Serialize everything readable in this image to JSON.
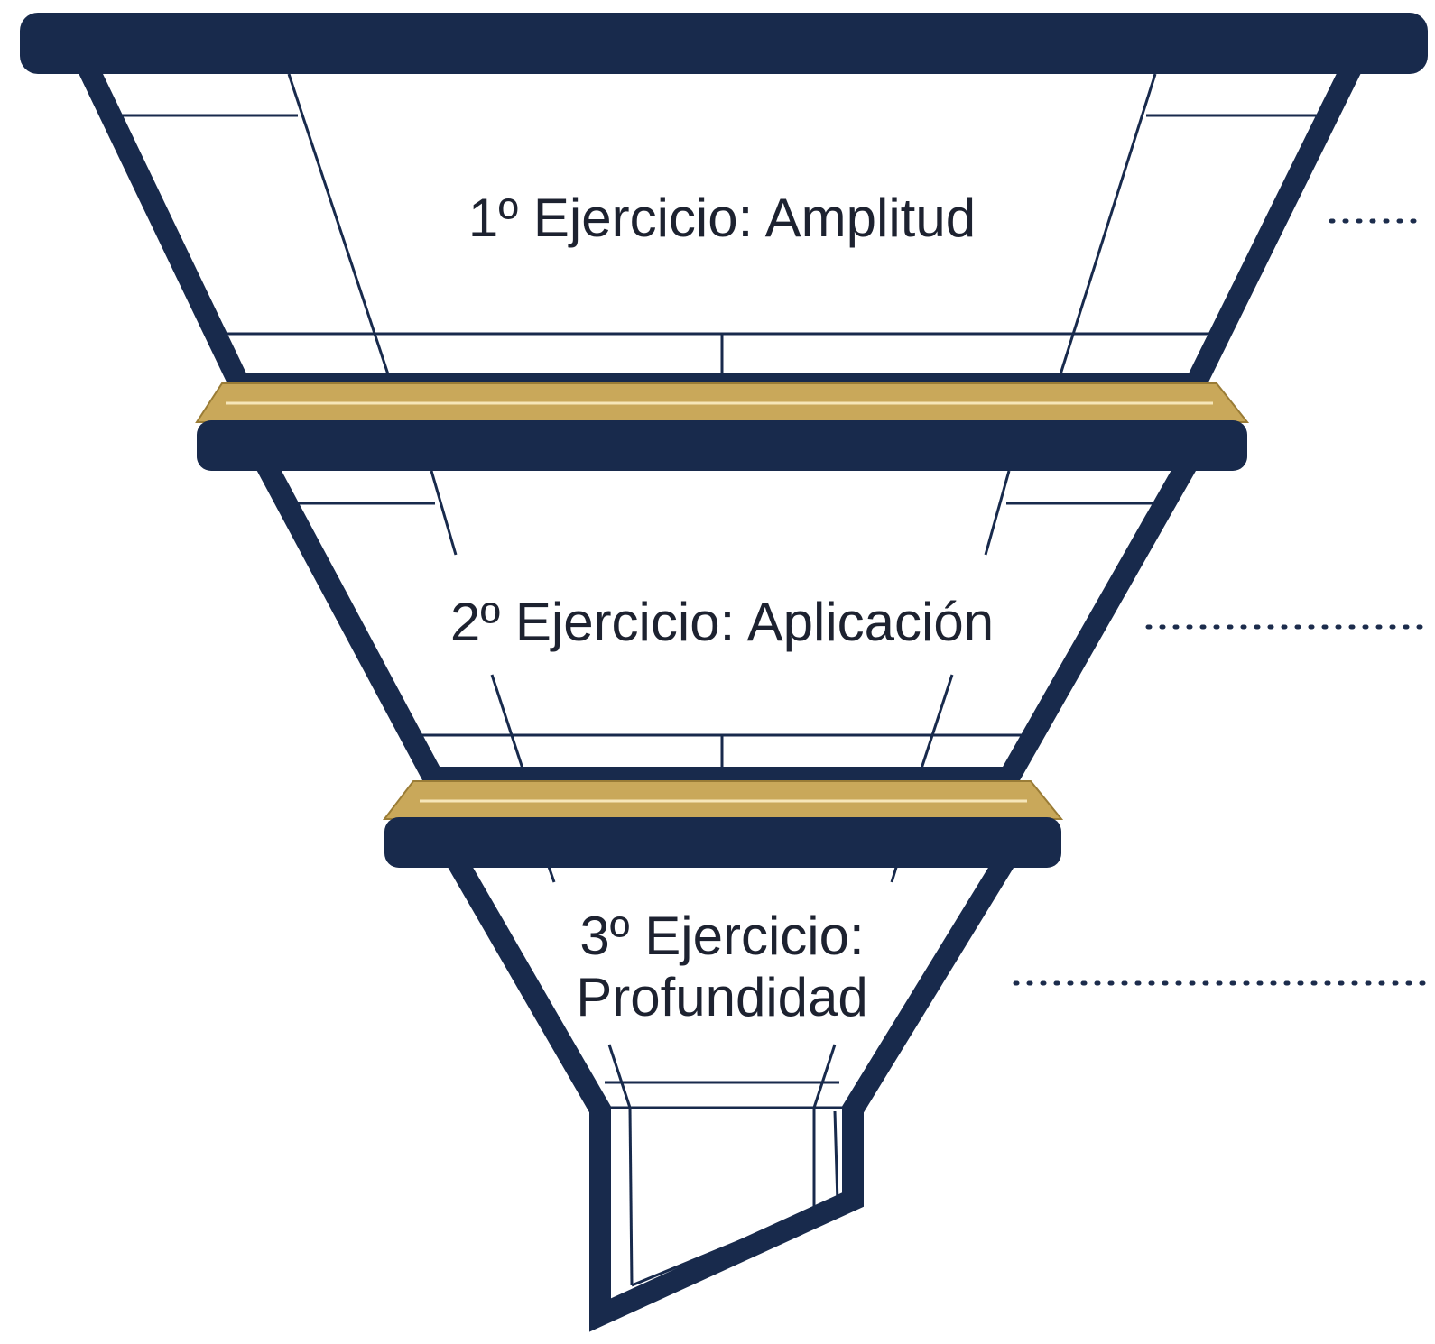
{
  "diagram": {
    "stages": [
      {
        "label": "1º Ejercicio: Amplitud"
      },
      {
        "label_line1": "2º Ejercicio: Aplicación"
      },
      {
        "label_line1": "3º Ejercicio:",
        "label_line2": "Profundidad"
      }
    ],
    "colors": {
      "navy": "#182a4c",
      "gold": "#c9a85a",
      "background": "#ffffff"
    }
  }
}
